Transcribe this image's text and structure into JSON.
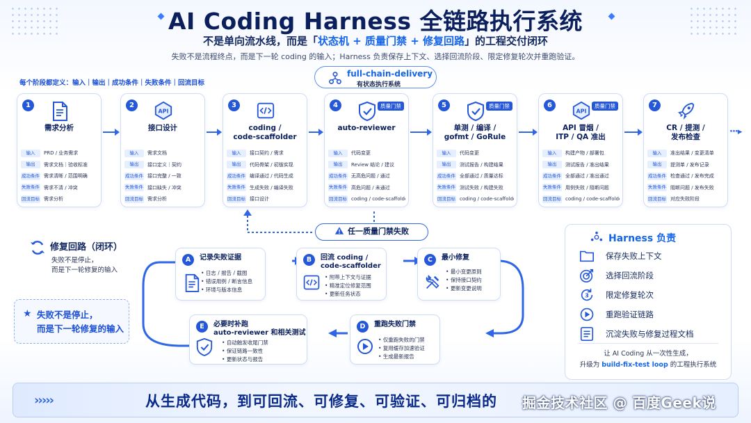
{
  "header": {
    "title": "AI Coding Harness 全链路执行系统",
    "subtitle_pre": "不是单向流水线，而是「",
    "subtitle_hl": "状态机 + 质量门禁 + 修复回路",
    "subtitle_post": "」的工程交付闭环",
    "description": "失败不是流程终点，而是下一轮 coding 的输入；Harness 负责保存上下文、选择回流阶段、限定修复轮次并重跑验证。"
  },
  "phase_definition": "每个阶段都定义：输入｜输出｜成功条件｜失败条件｜回流目标",
  "center_pill": {
    "title": "full-chain-delivery",
    "subtitle": "有状态执行系统"
  },
  "row_keys": [
    "输入",
    "输出",
    "成功条件",
    "失败条件",
    "回流目标"
  ],
  "gate_label": "质量门禁",
  "stages": [
    {
      "num": "1",
      "name": "需求分析",
      "icon": "document-icon",
      "gate": false,
      "values": [
        "PRD / 业务需求",
        "需求文档｜验收标准",
        "需求清晰 / 范围明确",
        "需求不清 / 冲突",
        "需求分析"
      ]
    },
    {
      "num": "2",
      "name": "接口设计",
      "icon": "api-icon",
      "gate": false,
      "values": [
        "需求文档",
        "接口定义｜契约",
        "接口完整 / 一致",
        "接口缺失 / 冲突",
        "需求分析"
      ]
    },
    {
      "num": "3",
      "name": "coding /\ncode-scaffolder",
      "icon": "code-icon",
      "gate": false,
      "values": [
        "接口契约 / 需求",
        "代码骨架 / 初版实现",
        "编译通过 / 代码生成",
        "生成失败 / 编译失败",
        "接口设计"
      ]
    },
    {
      "num": "4",
      "name": "auto-reviewer",
      "icon": "shield-check-icon",
      "gate": true,
      "values": [
        "代码变更",
        "Review 结论 / 建议",
        "无高危问题 / 通过",
        "高危问题 / 未通过",
        "coding / code-scaffolder"
      ]
    },
    {
      "num": "5",
      "name": "单测 / 编译 /\ngofmt / GoRule",
      "icon": "shield-check-icon",
      "gate": true,
      "values": [
        "代码变更",
        "测试报告 / 构建结果",
        "全部通过 / 质量达标",
        "测试失败 / 构建失败",
        "coding / code-scaffolder"
      ]
    },
    {
      "num": "6",
      "name": "API 冒烟 /\nITP / QA 准出",
      "icon": "api-icon",
      "gate": true,
      "values": [
        "构建产物 / 部署包",
        "测试报告 / 准出结果",
        "全部通过 / 准出通过",
        "用例失败 / 阻断问题",
        "coding / code-scaffolder"
      ]
    },
    {
      "num": "7",
      "name": "CR / 提测 /\n发布检查",
      "icon": "rocket-icon",
      "gate": false,
      "values": [
        "准出结果 / 变更清单",
        "提测单 / 发布记录",
        "检查通过 / 发布完成",
        "阻断问题 / 发布失败",
        "对应失败阶段"
      ]
    }
  ],
  "fail_pill": "任一质量门禁失败",
  "loop": {
    "title": "修复回路（闭环）",
    "desc_line1": "失败不是停止，",
    "desc_line2": "而是下一轮修复的输入"
  },
  "note": {
    "line1": "失败不是停止，",
    "line2": "而是下一轮修复的输入"
  },
  "steps": [
    {
      "id": "A",
      "title": "记录失败证据",
      "title2": "",
      "icon": "document-icon",
      "items": [
        "日志 / 报告 / 截图",
        "错误用例 / 断言信息",
        "环境与版本信息"
      ]
    },
    {
      "id": "B",
      "title": "回流 coding /",
      "title2": "code-scaffolder",
      "icon": "code-icon",
      "items": [
        "附带上下文与证据",
        "精准定位修复范围",
        "更新任务状态"
      ]
    },
    {
      "id": "C",
      "title": "最小修复",
      "title2": "",
      "icon": "tools-icon",
      "items": [
        "最小变更原则",
        "保持接口契约",
        "更新变更说明"
      ]
    },
    {
      "id": "D",
      "title": "重跑失败门禁",
      "title2": "",
      "icon": "play-icon",
      "items": [
        "仅重跑失败的门禁",
        "复用缓存加速验证",
        "生成最新报告"
      ]
    },
    {
      "id": "E",
      "title": "必要时补跑",
      "title2": "auto-reviewer 和相关测试",
      "icon": "shield-check-icon",
      "items": [
        "自动触发收尾门禁",
        "保证链路一致性",
        "更新状态与报告"
      ]
    }
  ],
  "harness": {
    "title": "Harness 负责",
    "items": [
      {
        "icon": "folder-icon",
        "label": "保存失败上下文"
      },
      {
        "icon": "target-icon",
        "label": "选择回流阶段"
      },
      {
        "icon": "cycle-3-icon",
        "label": "限定修复轮次"
      },
      {
        "icon": "play-icon",
        "label": "重跑验证链路"
      },
      {
        "icon": "list-doc-icon",
        "label": "沉淀失败与修复过程文档"
      }
    ],
    "foot_line1": "让 AI Coding 从一次性生成，",
    "foot_pre": "升级为 ",
    "foot_hl": "build-fix-test loop",
    "foot_post": " 的工程执行系统"
  },
  "banner": {
    "text": "从生成代码，到可回流、可修复、可验证、可归档的",
    "watermark": "掘金技术社区 @ 百度Geek说"
  },
  "colors": {
    "primary": "#2458d8",
    "accent": "#1565e8",
    "navy": "#0a1f5c",
    "border": "#cfdcf7"
  }
}
